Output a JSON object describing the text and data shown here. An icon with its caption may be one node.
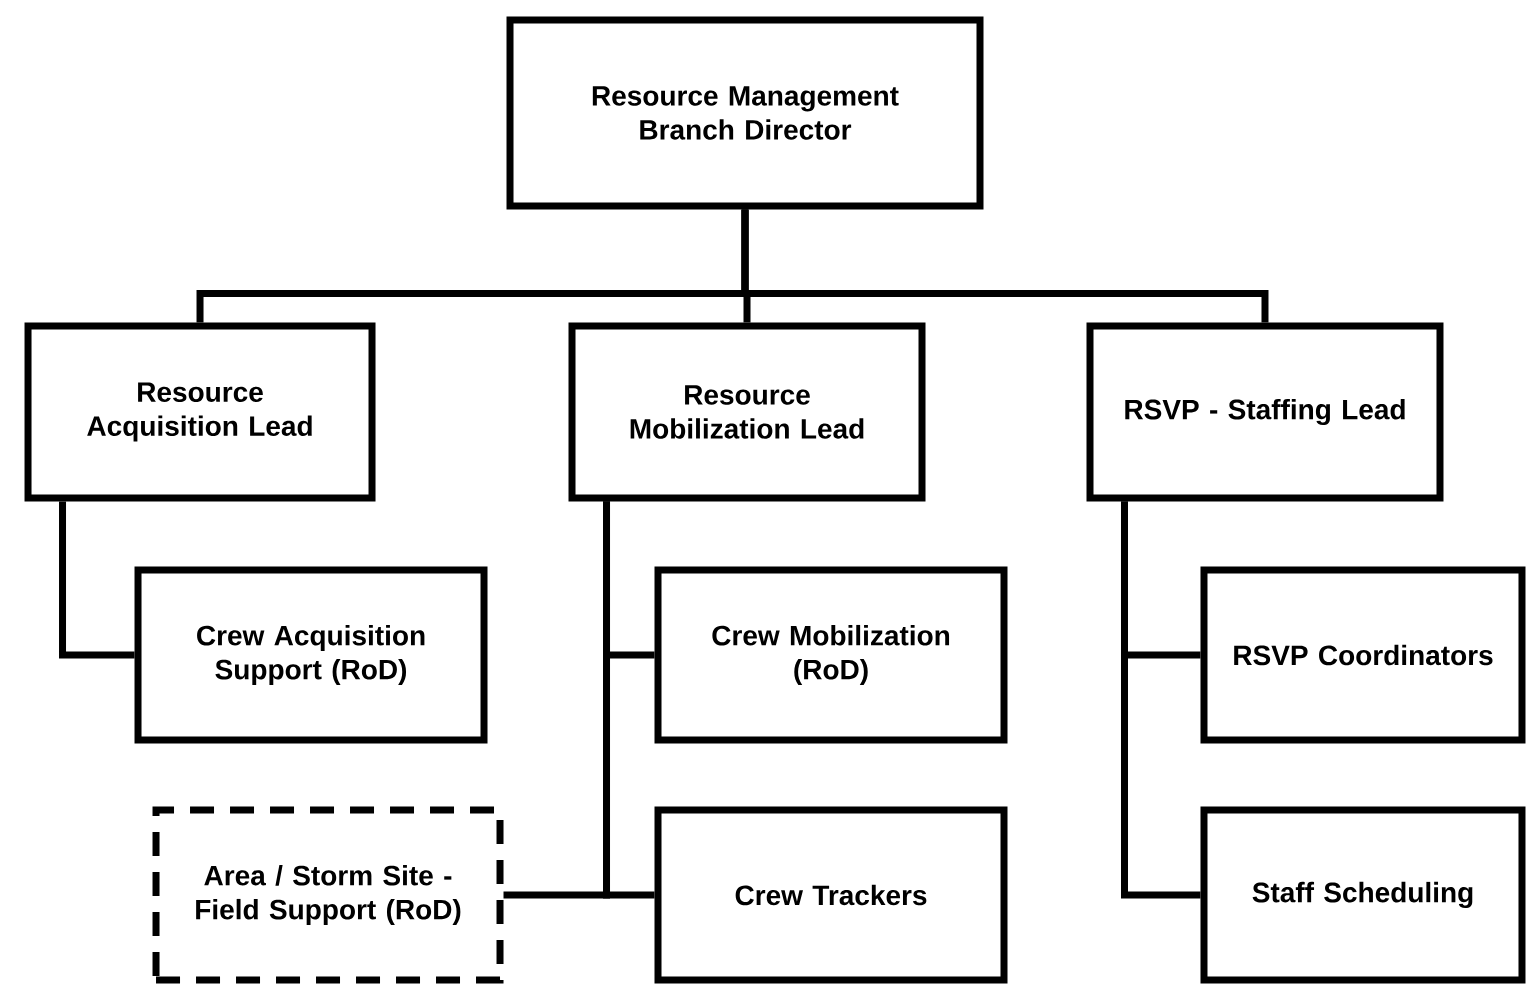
{
  "diagram": {
    "nodes": [
      {
        "text": [
          "Resource Management Branch Director"
        ]
      },
      {
        "text": [
          "Resource Acquisition Lead"
        ]
      },
      {
        "text": [
          "Resource Mobilization Lead"
        ]
      },
      {
        "text": [
          "RSVP - Staffing Lead"
        ]
      },
      {
        "text": [
          "Crew Acquisition Support (RoD)"
        ]
      },
      {
        "text": [
          "Crew Mobilization (RoD)"
        ]
      },
      {
        "text": [
          "Area / Storm Site - Field Support (RoD)"
        ]
      },
      {
        "text": [
          "Crew Trackers"
        ]
      },
      {
        "text": [
          "RSVP Coordinators"
        ]
      },
      {
        "text": [
          "Staff Scheduling"
        ]
      }
    ],
    "edges": [
      {
        "from": 0,
        "to": 1,
        "arrow": "none"
      },
      {
        "from": 0,
        "to": 2,
        "arrow": "none"
      },
      {
        "from": 0,
        "to": 3,
        "arrow": "none"
      },
      {
        "from": 1,
        "to": 4,
        "arrow": "none"
      },
      {
        "from": 2,
        "to": 5,
        "arrow": "none"
      },
      {
        "from": 2,
        "to": 7,
        "arrow": "none"
      },
      {
        "from": 2,
        "to": 6,
        "arrow": "none"
      },
      {
        "from": 3,
        "to": 8,
        "arrow": "none"
      },
      {
        "from": 3,
        "to": 9,
        "arrow": "none"
      }
    ]
  }
}
